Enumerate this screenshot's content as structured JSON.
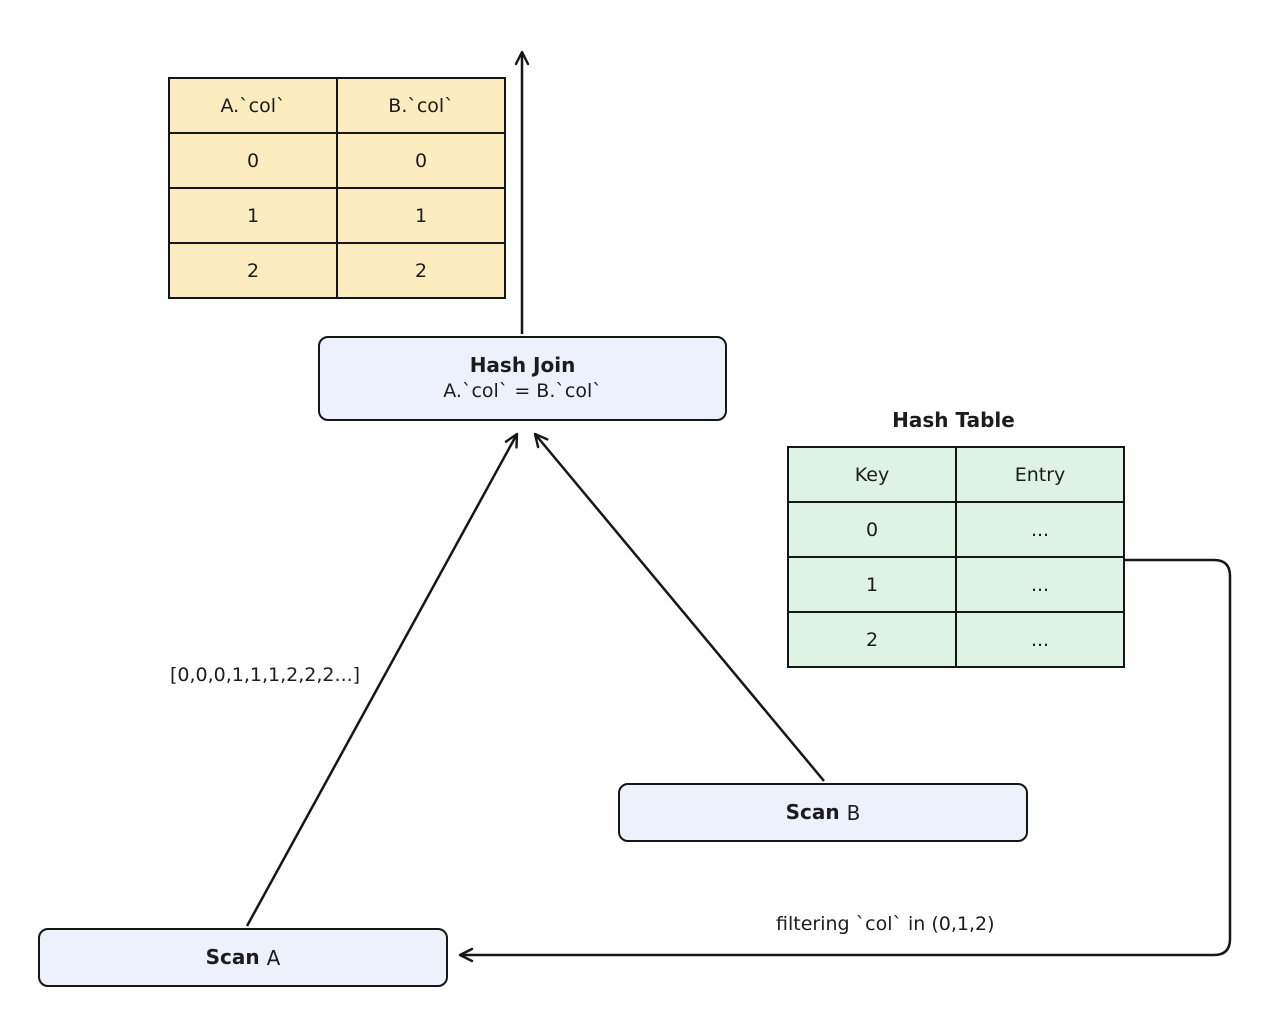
{
  "result_table": {
    "headers": [
      "A.`col`",
      "B.`col`"
    ],
    "rows": [
      [
        "0",
        "0"
      ],
      [
        "1",
        "1"
      ],
      [
        "2",
        "2"
      ]
    ]
  },
  "hash_join": {
    "title": "Hash Join",
    "condition": "A.`col` = B.`col`"
  },
  "hash_table": {
    "title": "Hash Table",
    "headers": [
      "Key",
      "Entry"
    ],
    "rows": [
      [
        "0",
        "..."
      ],
      [
        "1",
        "..."
      ],
      [
        "2",
        "..."
      ]
    ]
  },
  "scan_a": {
    "label": "Scan",
    "name": "A"
  },
  "scan_b": {
    "label": "Scan",
    "name": "B"
  },
  "edge_labels": {
    "scan_a_stream": "[0,0,0,1,1,1,2,2,2...]",
    "filter_pushdown": "filtering `col` in (0,1,2)"
  },
  "colors": {
    "result_table_fill": "#fcecc0",
    "hash_table_fill": "#def3e3",
    "node_fill": "#edf1fb",
    "stroke": "#161616"
  }
}
